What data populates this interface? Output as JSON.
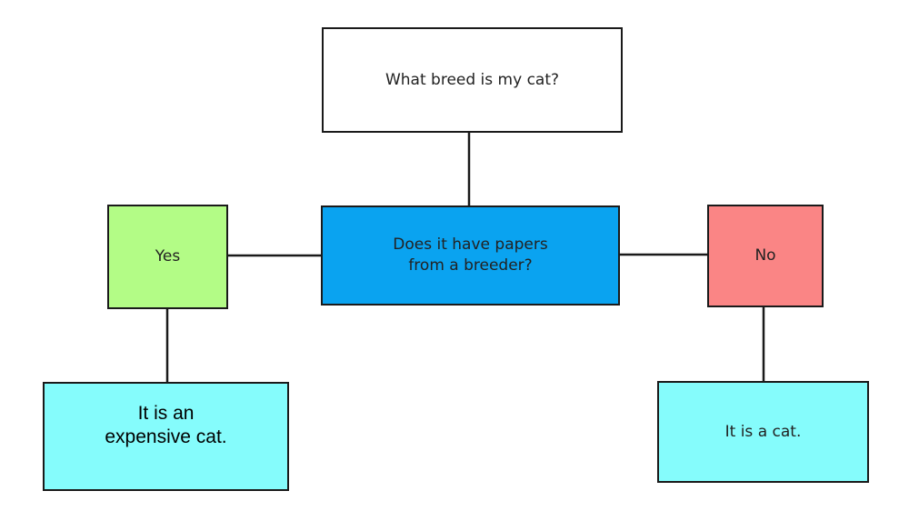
{
  "diagram": {
    "nodes": {
      "question": {
        "label": "What breed is my cat?",
        "fill": "#ffffff"
      },
      "papers": {
        "label": "Does it have papers\nfrom a breeder?",
        "fill": "#0aa3f0"
      },
      "yes": {
        "label": "Yes",
        "fill": "#b3fc86"
      },
      "no": {
        "label": "No",
        "fill": "#fa8585"
      },
      "expensive": {
        "label": "It is an\nexpensive cat.",
        "fill": "#85fcfc"
      },
      "cat": {
        "label": "It is a cat.",
        "fill": "#85fcfc"
      }
    },
    "edges": [
      {
        "from": "question",
        "to": "papers"
      },
      {
        "from": "papers",
        "to": "yes"
      },
      {
        "from": "papers",
        "to": "no"
      },
      {
        "from": "yes",
        "to": "expensive"
      },
      {
        "from": "no",
        "to": "cat"
      }
    ],
    "line_color": "#1a1a1a"
  }
}
